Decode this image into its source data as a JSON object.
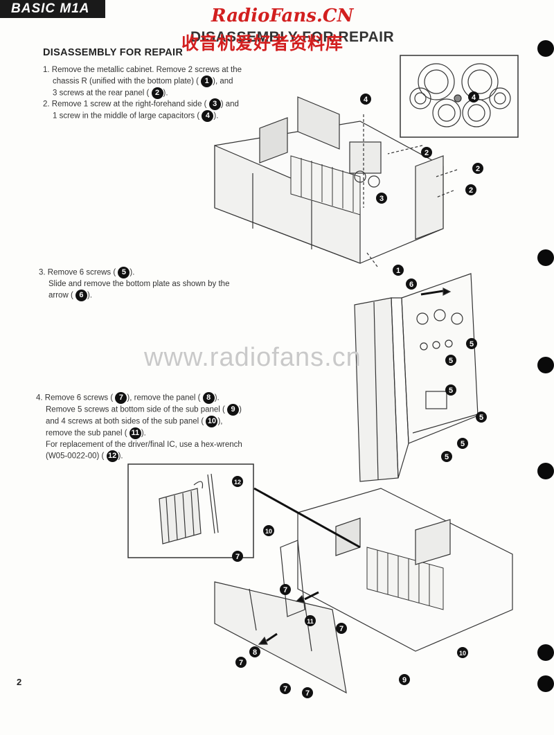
{
  "header": {
    "tab_label": "BASIC M1A"
  },
  "watermark": {
    "site": "RadioFans.CN",
    "chinese": "收音机爱好者资料库",
    "center": "www.radiofans.cn"
  },
  "overprint_title": "DISASSEMBLY FOR REPAIR",
  "section_title": "DISASSEMBLY FOR REPAIR",
  "steps": {
    "s1": {
      "a": "1. Remove the metallic cabinet. Remove 2 screws at the",
      "b": "chassis R (unified with the bottom plate) (",
      "c": "), and",
      "d": "3 screws at the rear panel (",
      "e": ")."
    },
    "s2": {
      "a": "2. Remove 1 screw at the right-forehand side (",
      "b": ") and",
      "c": "1 screw in the middle of large capacitors (",
      "d": ")."
    },
    "s3": {
      "a": "3. Remove 6 screws (",
      "b": ").",
      "c": "Slide and remove the bottom plate as shown by the",
      "d": "arrow (",
      "e": ")."
    },
    "s4": {
      "a": "4. Remove 6 screws (",
      "b": "), remove the panel (",
      "c": ").",
      "d": "Remove 5 screws at bottom side of the sub panel (",
      "e": ")",
      "f": "and 4 screws at both sides of the sub panel (",
      "g": "),",
      "h": "remove the sub panel (",
      "i": ").",
      "j": "For replacement of the driver/final IC, use a hex-wrench",
      "k": "(W05-0022-00) (",
      "l": ")."
    }
  },
  "callouts": {
    "n1": "1",
    "n2": "2",
    "n3": "3",
    "n4": "4",
    "n5": "5",
    "n6": "6",
    "n7": "7",
    "n8": "8",
    "n9": "9",
    "n10": "10",
    "n11": "11",
    "n12": "12"
  },
  "page_number": "2"
}
